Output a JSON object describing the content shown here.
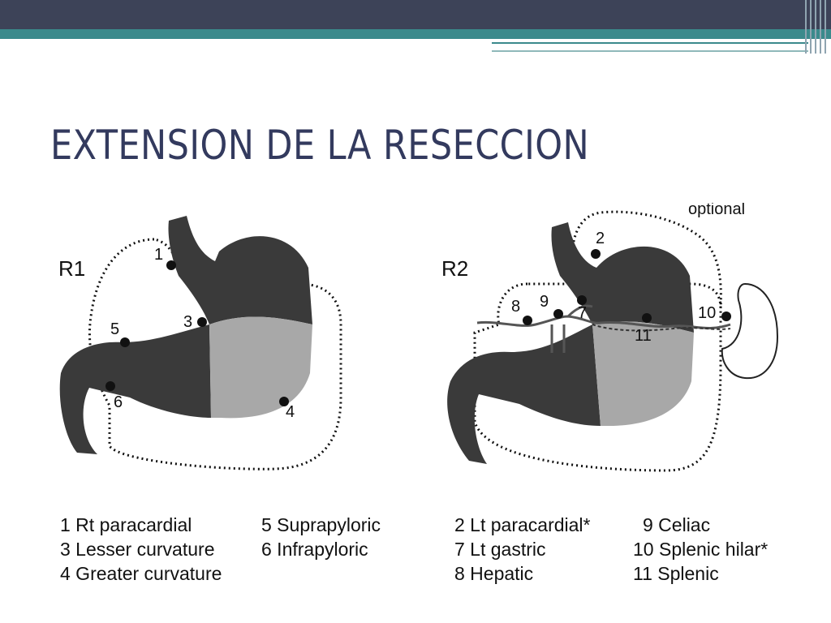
{
  "slide": {
    "title": "EXTENSION DE LA RESECCION"
  },
  "diagram_r1": {
    "label": "R1",
    "nodes": [
      "1",
      "3",
      "5",
      "6",
      "4"
    ],
    "legend_col1": [
      "1 Rt paracardial",
      "3 Lesser curvature",
      "4 Greater curvature"
    ],
    "legend_col2": [
      "5 Suprapyloric",
      "6 Infrapyloric"
    ]
  },
  "diagram_r2": {
    "label": "R2",
    "optional_note": "optional",
    "nodes": [
      "2",
      "8",
      "9",
      "7",
      "10",
      "11"
    ],
    "legend_col1": [
      "2 Lt paracardial*",
      "7 Lt gastric",
      "8 Hepatic"
    ],
    "legend_col2": [
      "9 Celiac",
      "10 Splenic hilar*",
      "11 Splenic"
    ]
  },
  "colors": {
    "header_dark": "#3d4358",
    "header_teal": "#3b8a8c",
    "title": "#333a5e",
    "stomach_dark": "#3a3a3a",
    "tumor_gray": "#a8a8a8"
  }
}
